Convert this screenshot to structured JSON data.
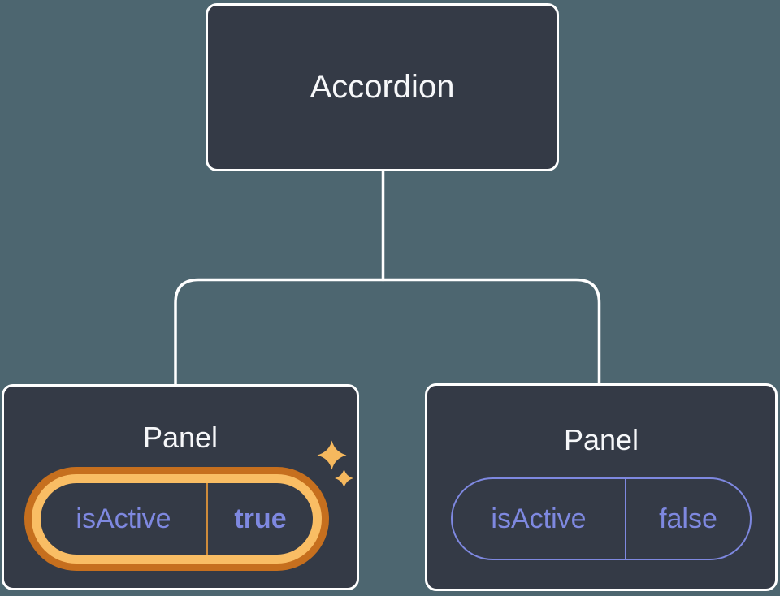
{
  "diagram": {
    "description": "React component tree showing state ownership",
    "root": {
      "label": "Accordion"
    },
    "children": [
      {
        "label": "Panel",
        "state": {
          "key": "isActive",
          "value": "true"
        },
        "highlighted": true,
        "sparkles": true
      },
      {
        "label": "Panel",
        "state": {
          "key": "isActive",
          "value": "false"
        },
        "highlighted": false,
        "sparkles": false
      }
    ]
  },
  "colors": {
    "background": "#4D6670",
    "node_fill": "#343A46",
    "node_border": "#FFFFFF",
    "node_text": "#F6F7F9",
    "connector": "#FFFFFF",
    "state_accent": "#7E88E0",
    "highlight_outer": "#C66F1E",
    "highlight_inner": "#F9BD64",
    "highlight_divider": "#CE8B3B",
    "sparkle": "#F5B85E"
  }
}
